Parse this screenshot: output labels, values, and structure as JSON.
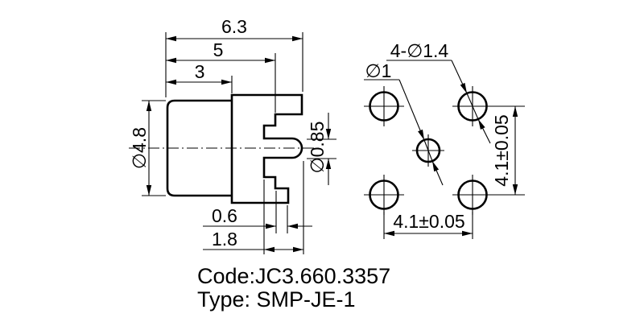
{
  "drawing": {
    "side_view": {
      "dim_total_length": "6.3",
      "dim_mid_length": "5",
      "dim_body_length": "3",
      "dim_body_diameter": "∅4.8",
      "dim_pin_diameter": "∅0.85",
      "dim_step": "0.6",
      "dim_pin_length": "1.8"
    },
    "footprint_view": {
      "mount_holes_label": "4-∅1.4",
      "center_hole_label": "∅1",
      "vertical_pitch": "4.1±0.05",
      "horizontal_pitch": "4.1±0.05"
    },
    "title_block": {
      "code": "Code:JC3.660.3357",
      "type": "Type: SMP-JE-1"
    },
    "colors": {
      "line": "#000000",
      "background": "#ffffff"
    }
  }
}
